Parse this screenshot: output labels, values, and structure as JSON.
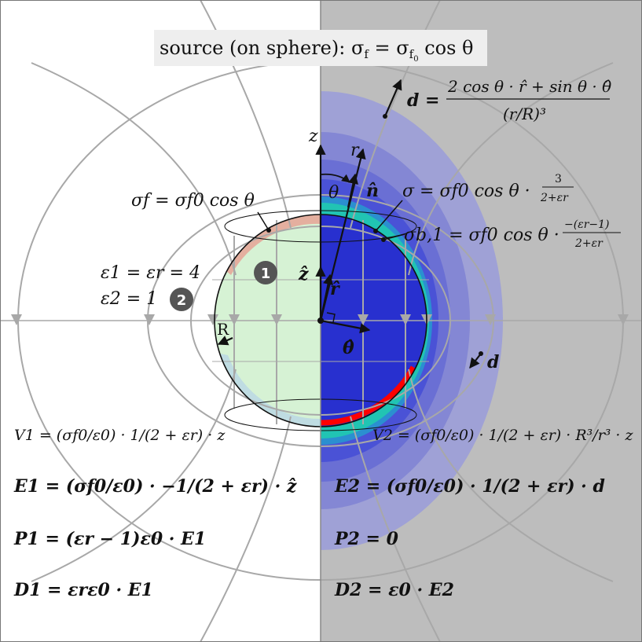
{
  "colors": {
    "outside_bg": "#bdbdbd",
    "inside_fill": "#d6f2d4",
    "surface_free": "#e6a395",
    "field_line": "#a8a8a8",
    "contour_dark": "#1f2fd6",
    "contour_mid": "#6a6fd4",
    "contour_light": "#9fa1d6",
    "accent_red": "#ff0000",
    "badge": "#555555"
  },
  "header": {
    "text": "source (on sphere): σ",
    "sub_f": "f",
    "eq": " = σ",
    "sub_f0": "f",
    "sub_0": "0",
    "tail": " cos θ"
  },
  "labels": {
    "z_axis": "z",
    "r_axis": "r",
    "theta_angle": "θ",
    "n_hat": "n̂",
    "z_hat": "ẑ",
    "r_hat": "r̂",
    "theta_hat": "θ̂",
    "R": "R",
    "d_top": "d",
    "d_right": "d",
    "badge_1": "1",
    "badge_2": "2"
  },
  "equations": {
    "d_def_lhs": "d =",
    "d_def_num": "2 cos θ · r̂ + sin θ · θ̂",
    "d_def_den": "(r/R)³",
    "sigma_f": "σf = σf0 cos θ",
    "sigma_total": "σ = σf0 cos θ ·",
    "sigma_total_num": "3",
    "sigma_total_den": "2+εr",
    "sigma_b": "σb,1 = σf0 cos θ ·",
    "sigma_b_num": "−(εr−1)",
    "sigma_b_den": "2+εr",
    "eps1": "ε1 = εr = 4",
    "eps2": "ε2 = 1",
    "V1": "V1 = (σf0/ε0) · 1/(2 + εr) · z",
    "V2": "V2 = (σf0/ε0) · 1/(2 + εr) · R³/r³ · z",
    "E1": "E1 = (σf0/ε0) · −1/(2 + εr) · ẑ",
    "E2": "E2 = (σf0/ε0) · 1/(2 + εr) · d",
    "P1": "P1 = (εr − 1)ε0 · E1",
    "P2": "P2 = 0",
    "D1": "D1 = εrε0 · E1",
    "D2": "D2 = ε0 · E2"
  }
}
